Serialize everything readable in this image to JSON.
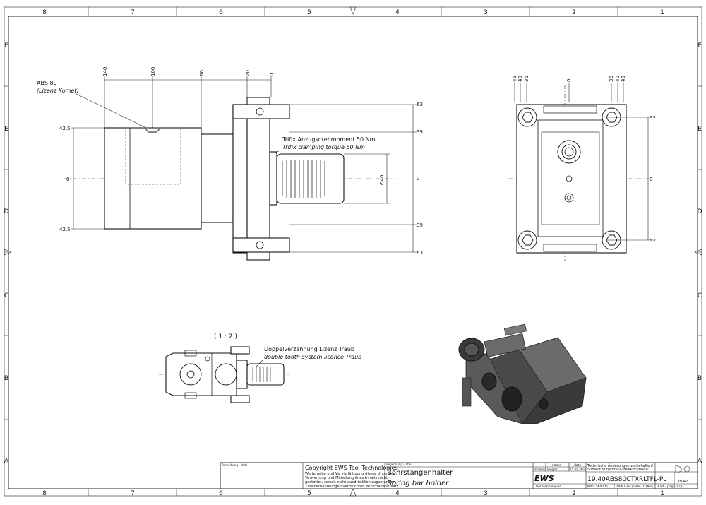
{
  "frame": {
    "columns": [
      "8",
      "7",
      "6",
      "5",
      "4",
      "3",
      "2",
      "1"
    ],
    "rows": [
      "F",
      "E",
      "D",
      "C",
      "B",
      "A"
    ]
  },
  "side_view": {
    "dims_top": [
      "140",
      "100",
      "60",
      "20",
      "0"
    ],
    "dims_right": [
      "63",
      "39",
      "0",
      "39",
      "63"
    ],
    "dims_left": [
      "42,5",
      "0",
      "42,5"
    ],
    "bore_dim": "Ø40",
    "note_abs": "ABS 80",
    "note_abs_sub": "(Lizenz Komet)",
    "torque_de": "Trifix Anzugsdrehmoment  50 Nm",
    "torque_en": "Trifix clamping torque  50 Nm"
  },
  "front_view": {
    "dims_top": [
      "45",
      "40",
      "36",
      "0",
      "36",
      "40",
      "45"
    ],
    "dims_right": [
      "52",
      "0",
      "52"
    ]
  },
  "detail_view": {
    "scale": "( 1 : 2 )",
    "note_de": "Doppelverzahnung Lizenz Traub",
    "note_en": "double tooth system licence Traub"
  },
  "title_block": {
    "remarks_label": "Bemerkung - Note",
    "copyright_title": "Copyright EWS Tool Technologies",
    "copyright_lines": [
      "Weitergabe und Vervielfältigung dieser Unterlage,",
      "Verwertung und Mitteilung ihres Inhalts nicht",
      "gestattet, soweit nicht ausdrücklich zugestanden.",
      "Zuwiderhandlungen verpflichten zu Schadenersatz."
    ],
    "designation_label": "Benennung - Title",
    "title_de": "Bohrstangenhalter",
    "title_en": "Boring bar holder",
    "col_name": "name",
    "col_date": "date",
    "row_drawing": "drawing",
    "drawing_name": "Riegler",
    "drawing_date": "15.08.2011",
    "logo_text": "EWS",
    "logo_sub": "Tool Technologies",
    "changes_de": "Technische Änderungen vorbehalten!",
    "changes_en": "Subject to technical modifications!",
    "part_number": "19.40ABS80CTXRLTFL-PL",
    "format": "DIN A2",
    "mat_no": "MAT: 564706",
    "ident": "IDENT.-Nr.(EWS-101966)",
    "sheet": "Blatt - page  1 (1)"
  }
}
